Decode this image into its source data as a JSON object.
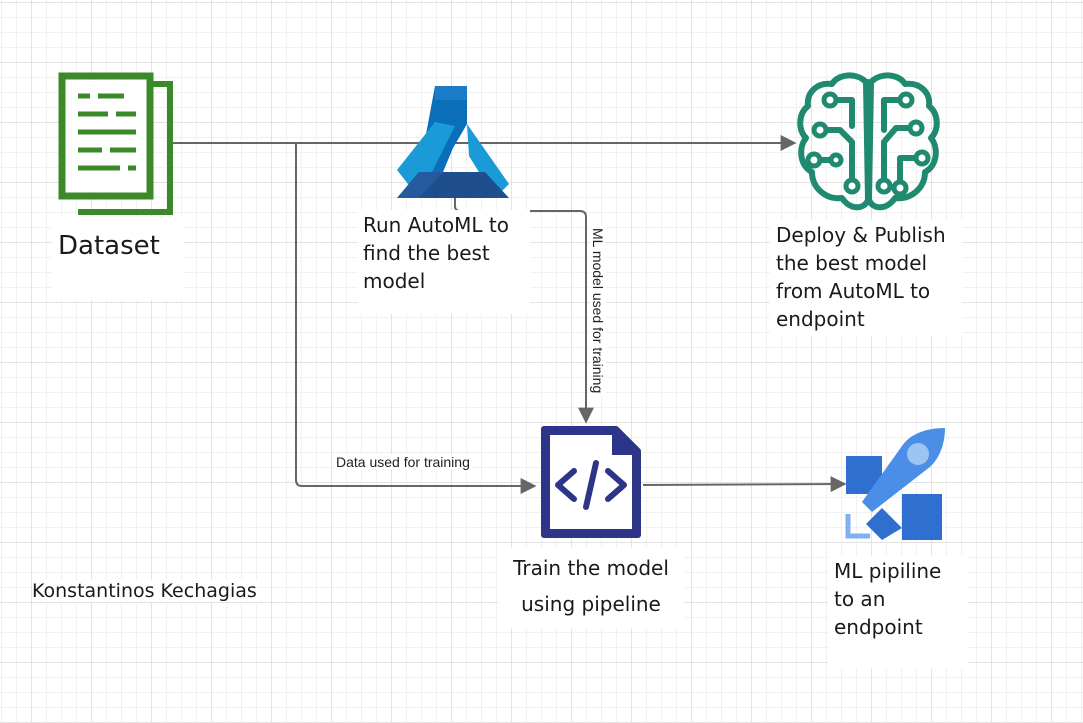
{
  "nodes": {
    "dataset": {
      "label": "Dataset",
      "icon": "document-icon",
      "color": "#3a8a2a"
    },
    "automl": {
      "lines": [
        "Run AutoML to",
        "find the best",
        "model"
      ],
      "icon": "azure-ml-flask-icon",
      "colors": [
        "#0a6fb8",
        "#1a9ad6",
        "#1f4e8c"
      ]
    },
    "deploy": {
      "lines": [
        "Deploy & Publish",
        "the best model",
        "from AutoML to",
        "endpoint"
      ],
      "icon": "brain-circuit-icon",
      "color": "#1f8a70"
    },
    "pipeline": {
      "lines": [
        "Train the model",
        "using pipeline"
      ],
      "icon": "code-file-icon",
      "color": "#2c3588"
    },
    "endpoint": {
      "lines": [
        "ML pipiline",
        "to an",
        "endpoint"
      ],
      "icon": "rocket-icon",
      "colors": [
        "#2f6fd0",
        "#4a8ee8",
        "#7fb0f0"
      ]
    }
  },
  "edges": {
    "data_used": "Data used for training",
    "model_used": "ML model used for training"
  },
  "author": "Konstantinos Kechagias"
}
